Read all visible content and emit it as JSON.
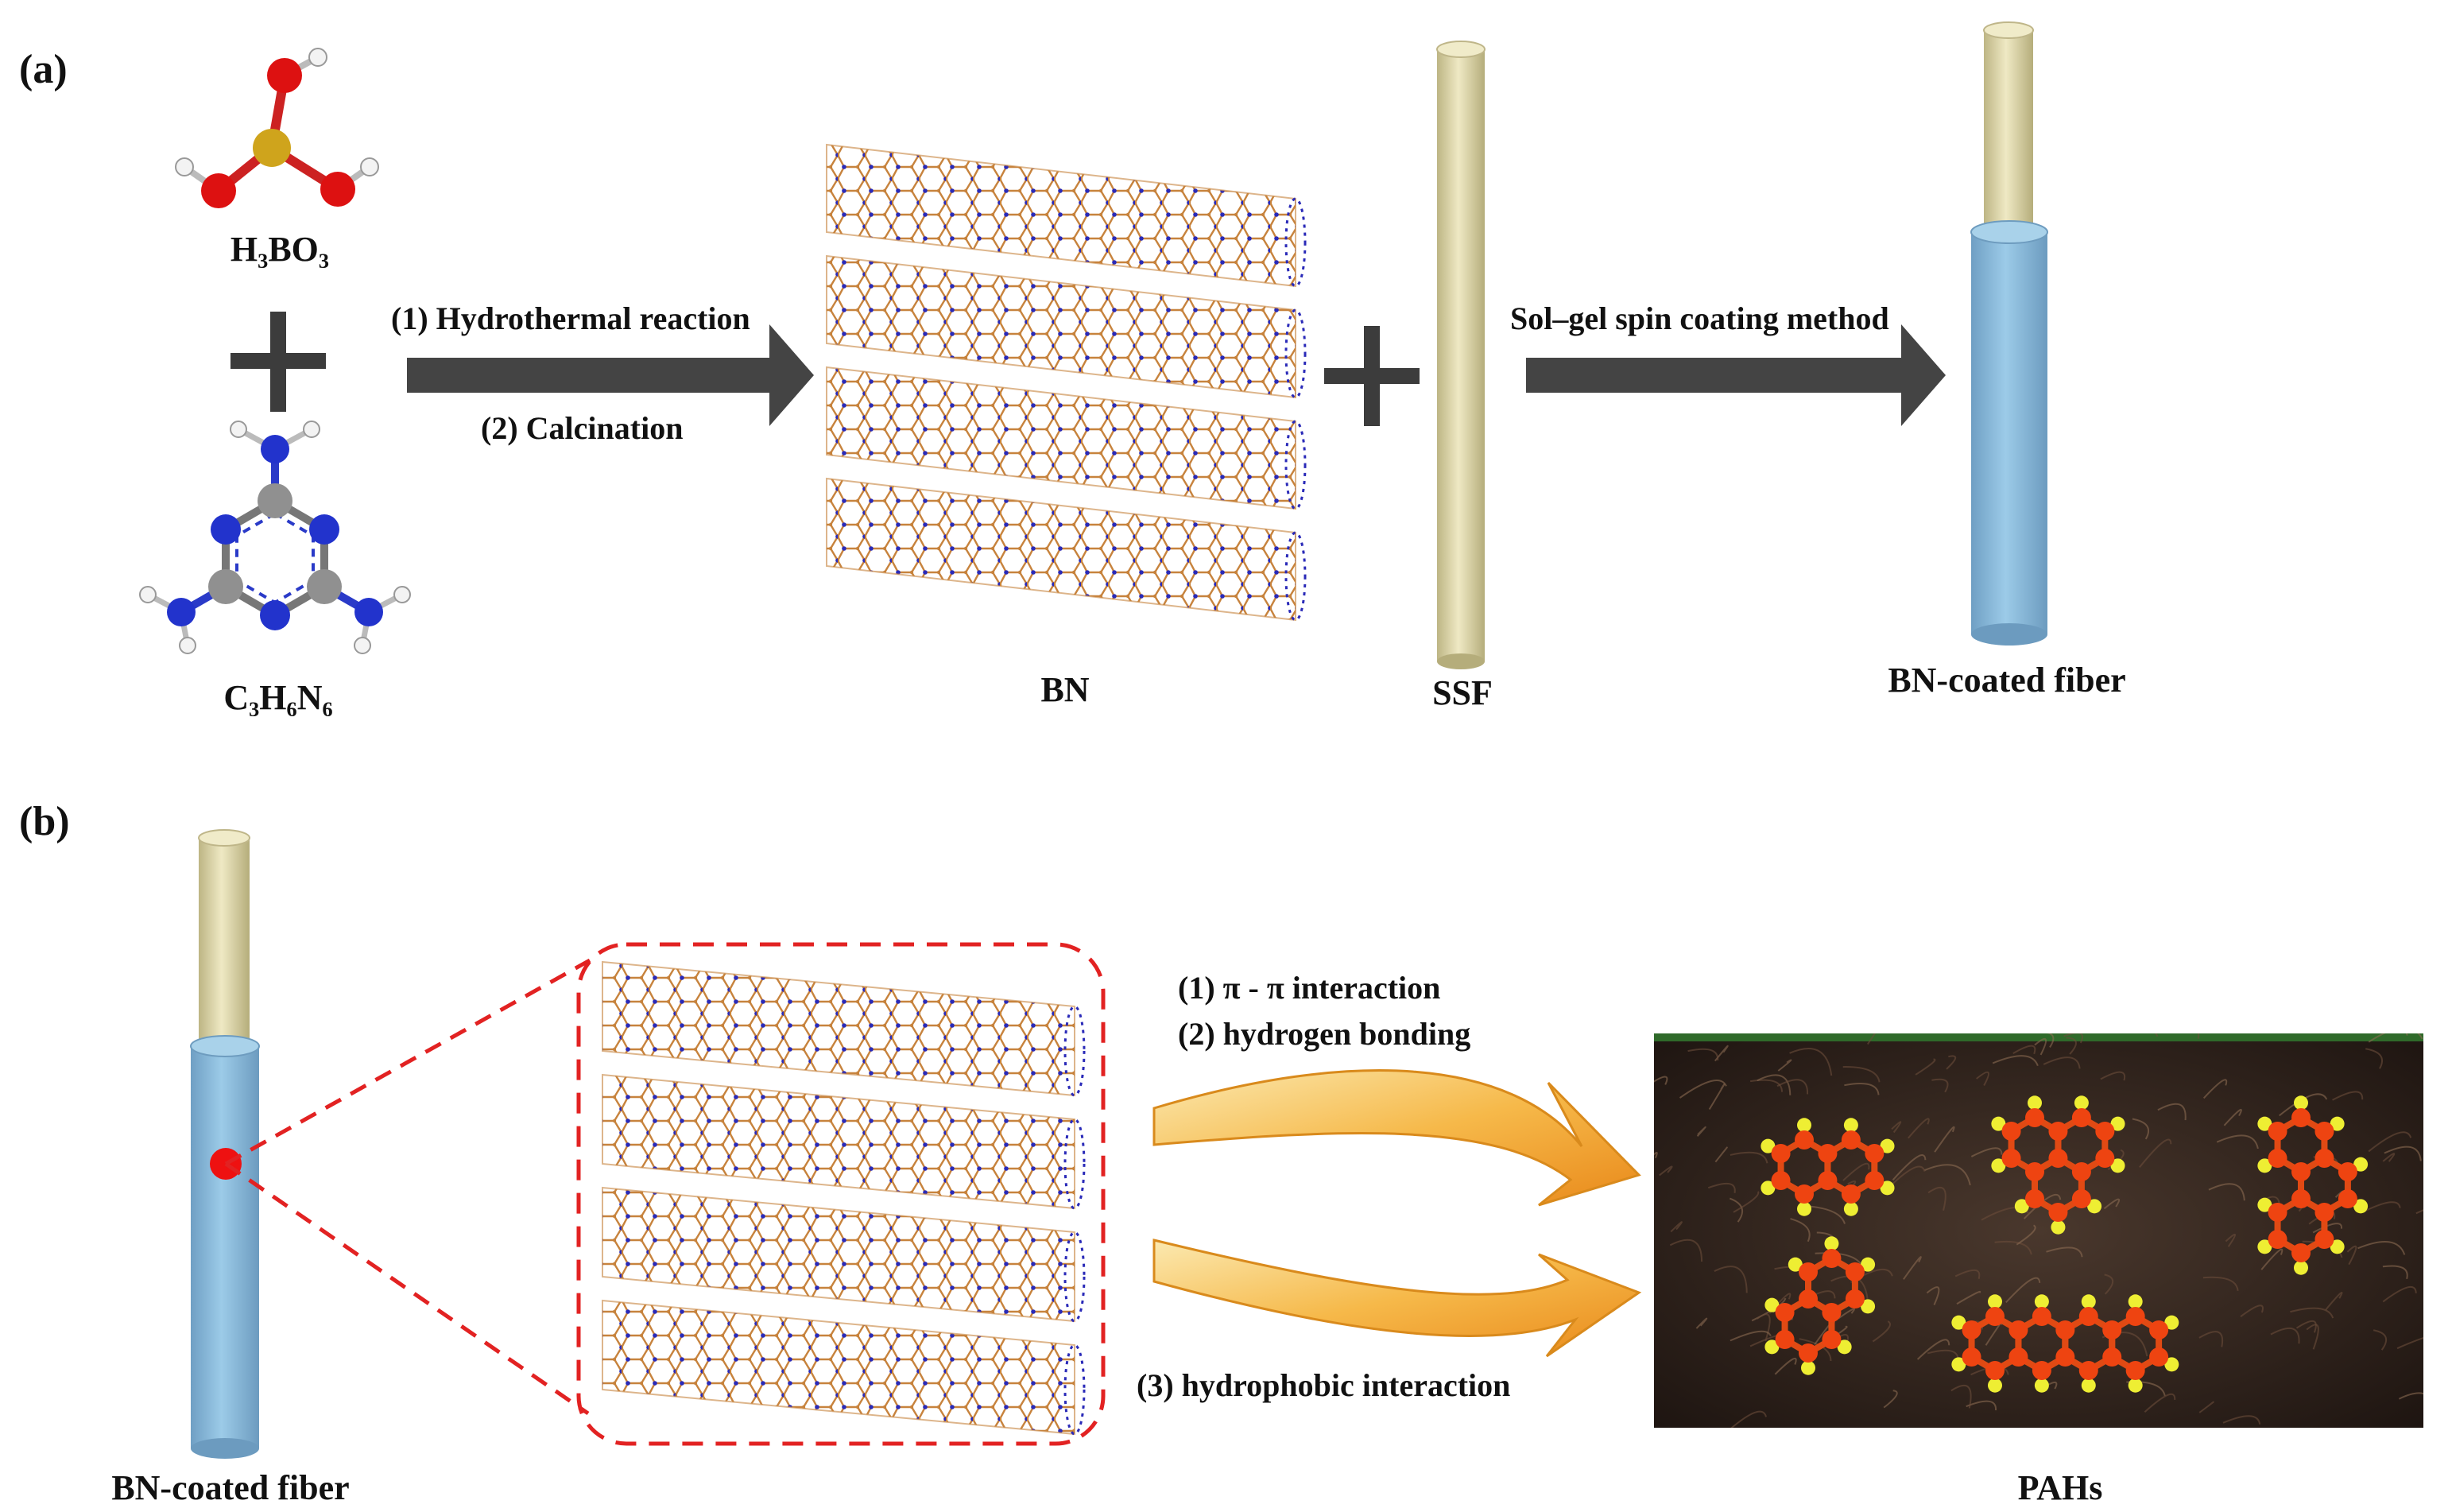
{
  "panels": {
    "a": "(a)",
    "b": "(b)"
  },
  "labels": {
    "boric_acid": "H₃BO₃",
    "melamine": "C₃H₆N₆",
    "bn": "BN",
    "ssf": "SSF",
    "bn_coated_fiber_a": "BN-coated fiber",
    "bn_coated_fiber_b": "BN-coated fiber",
    "pahs": "PAHs"
  },
  "steps": {
    "hydrothermal": "(1) Hydrothermal reaction",
    "calcination": "(2) Calcination",
    "solgel": "Sol–gel spin coating method",
    "pi_pi": "(1) π - π interaction",
    "hbond": "(2) hydrogen bonding",
    "hydrophobic": "(3) hydrophobic interaction"
  },
  "colors": {
    "arrow": "#444444",
    "fiber_core": "#e3ddb0",
    "fiber_coat": "#8ab8d8",
    "dashed": "#e22222",
    "boron": "#d4a020",
    "oxygen": "#dd1111",
    "hydrogen": "#f0f0f0",
    "nitrogen": "#2233cc",
    "carbon": "#909090",
    "pah_carbon": "#ee4411",
    "pah_hydrogen": "#eeee33",
    "soil": "#3a2a22",
    "curved_arrow": "#f4a020"
  }
}
